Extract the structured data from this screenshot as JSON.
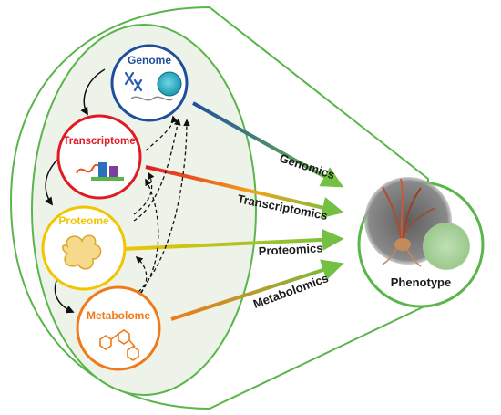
{
  "nodes": {
    "genome": {
      "label": "Genome",
      "color": "#1f4e9c"
    },
    "transcriptome": {
      "label": "Transcriptome",
      "color": "#e01b24"
    },
    "proteome": {
      "label": "Proteome",
      "color": "#f2c500"
    },
    "metabolome": {
      "label": "Metabolome",
      "color": "#f07a1a"
    },
    "phenotype": {
      "label": "Phenotype",
      "color": "#5ab54a"
    }
  },
  "flows": {
    "genomics": "Genomics",
    "transcriptomics": "Transcriptomics",
    "proteomics": "Proteomics",
    "metabolomics": "Metabolomics"
  },
  "colors": {
    "outline_green": "#5ab54a",
    "ellipse_fill": "#eef3ea",
    "arrow_head": "#74c043"
  },
  "icons": [
    "chromosome-icon",
    "dna-helix-icon",
    "cell-icon",
    "rna-icon",
    "protein-structure-icon",
    "molecule-icon",
    "plant-photo-icon",
    "micrograph-icon"
  ]
}
